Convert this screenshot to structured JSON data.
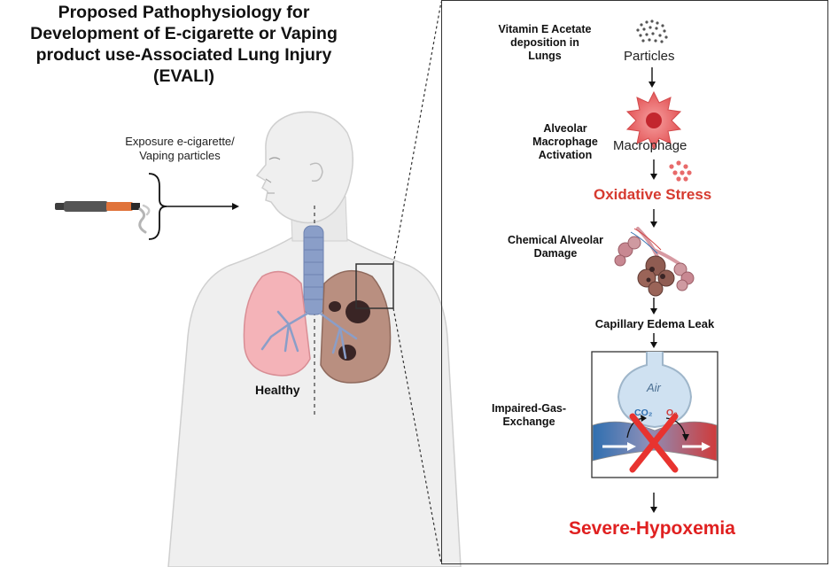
{
  "title": {
    "line1": "Proposed Pathophysiology for",
    "line2": "Development of E-cigarette or Vaping",
    "line3": "product use-Associated Lung Injury",
    "line4": "(EVALI)"
  },
  "exposure": {
    "line1": "Exposure e-cigarette/",
    "line2": "Vaping particles"
  },
  "body": {
    "healthy_label": "Healthy"
  },
  "steps": {
    "vitamin": {
      "line1": "Vitamin E Acetate",
      "line2": "deposition in",
      "line3": "Lungs"
    },
    "particles": "Particles",
    "alveolar": {
      "line1": "Alveolar",
      "line2": "Macrophage",
      "line3": "Activation"
    },
    "macrophage": "Macrophage",
    "oxidative": "Oxidative Stress",
    "chemical": {
      "line1": "Chemical Alveolar",
      "line2": "Damage"
    },
    "capillary": "Capillary Edema Leak",
    "gas": {
      "line1": "Impaired-Gas-",
      "line2": "Exchange"
    },
    "air": "Air",
    "co2": "CO₂",
    "o2": "O₂",
    "outcome": "Severe-Hypoxemia"
  },
  "colors": {
    "accent_red": "#d63a2f",
    "outcome_red": "#e02020",
    "body_fill": "#efefef",
    "lung_healthy": "#f4b3b8",
    "lung_damaged": "#b98f80",
    "trachea": "#8a9ec8",
    "vessel_blue": "#2f6fb0",
    "vessel_red": "#cf3b3b"
  }
}
